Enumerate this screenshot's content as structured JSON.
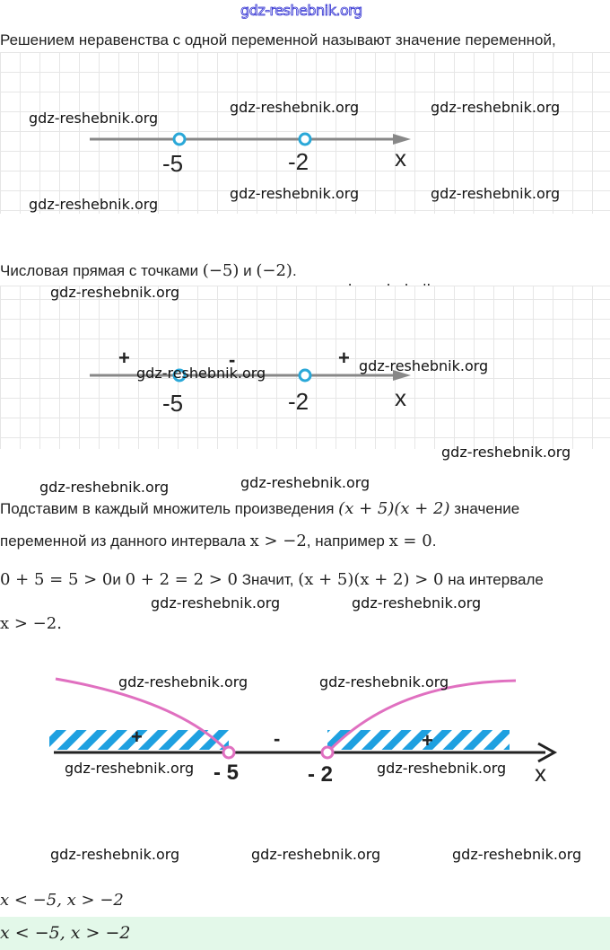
{
  "header": {
    "watermark": "gdz-reshebnik.org"
  },
  "text": {
    "p1": "Решением неравенства с одной переменной называют значение переменной,",
    "p2_a": "Числовая прямая с точками ",
    "p2_m1": "(−5)",
    "p2_b": " и ",
    "p2_m2": "(−2)",
    "p2_c": ".",
    "p3_a": "Подставим в каждый множитель произведения ",
    "p3_m": "(x + 5)(x + 2)",
    "p3_b": " значение",
    "p4_a": "переменной из данного интервала ",
    "p4_m1": "x  > −2",
    "p4_b": ", например ",
    "p4_m2": "x = 0",
    "p4_c": ".",
    "p5_m1": "0 + 5 = 5  >  0",
    "p5_a": "и ",
    "p5_m2": "0 + 2 = 2  > 0",
    "p5_b": " Значит, ",
    "p5_m3": "(x + 5)(x + 2)   >  0",
    "p5_c": " на интервале",
    "p6_m": "x  > −2.",
    "result": "x  <  −5, x  >  −2",
    "answer": "x  <  −5, x  >  −2"
  },
  "diagram1": {
    "labels": [
      "-5",
      "-2"
    ],
    "axis": "x"
  },
  "diagram2": {
    "labels": [
      "-5",
      "-2"
    ],
    "axis": "x",
    "signs": [
      "+",
      "-",
      "+"
    ]
  },
  "diagram3": {
    "labels": [
      "- 5",
      "- 2"
    ],
    "axis": "x",
    "signs": [
      "+",
      "-",
      "+"
    ]
  },
  "watermarks": [
    "gdz-reshebnik.org",
    "gdz-reshebnik.org",
    "gdz-reshebnik.org",
    "gdz-reshebnik.org",
    "gdz-reshebnik.org",
    "gdz-reshebnik.org",
    "gdz-reshebnik.org",
    "gdz-reshebnik.org",
    "gdz-reshebnik.org",
    "gdz-reshebnik.org",
    "gdz-reshebnik.org",
    "gdz-reshebnik.org",
    "gdz-reshebnik.org",
    "gdz-reshebnik.org",
    "gdz-reshebnik.org",
    "gdz-reshebnik.org",
    "gdz-reshebnik.org",
    "gdz-reshebnik.org",
    "gdz-reshebnik.org",
    "gdz-reshebnik.org",
    "gdz-reshebnik.org",
    "gdz-reshebnik.org"
  ],
  "colors": {
    "point1": "#2aa8d8",
    "point3": "#e070c0",
    "hatch": "#1ea0e0",
    "answer_bg": "#e3f8e9"
  }
}
